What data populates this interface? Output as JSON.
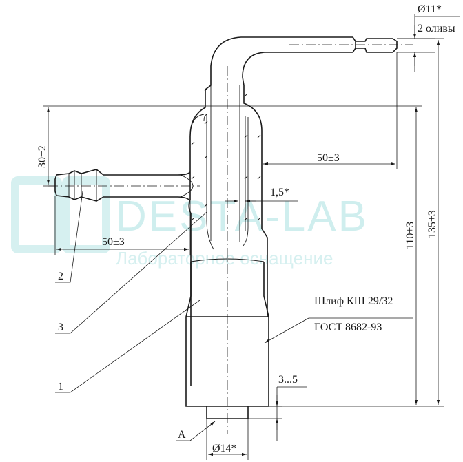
{
  "watermark": {
    "brand": "DESTA-LAB",
    "tagline": "Лабораторное оснащение"
  },
  "dimensions": {
    "outlet_diameter": "Ø11*",
    "olives_count": "2 оливы",
    "side_offset": "30±2",
    "top_arm_length": "50±3",
    "side_arm_length": "50±3",
    "wall_gap": "1,5*",
    "height_total": "135±3",
    "height_to_cone": "110±3",
    "tip_length": "3...5",
    "tip_diameter": "Ø14*"
  },
  "annotations": {
    "joint_line1": "Шлиф КШ 29/32",
    "joint_line2": "ГОСТ 8682-93"
  },
  "callouts": {
    "body": "1",
    "olive": "2",
    "inner_tube": "3",
    "tip": "A"
  },
  "colors": {
    "line": "#1a1a1a",
    "watermark": "#cfeeee"
  }
}
